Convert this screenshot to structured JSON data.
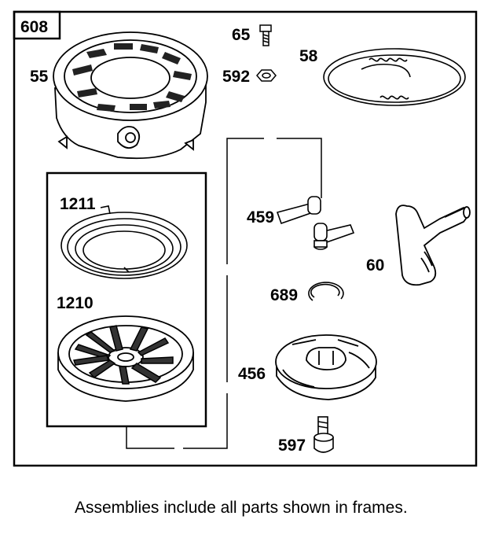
{
  "frame_id": "608",
  "labels": {
    "p55": "55",
    "p65": "65",
    "p592": "592",
    "p58": "58",
    "p1211": "1211",
    "p1210": "1210",
    "p459": "459",
    "p60": "60",
    "p689": "689",
    "p456": "456",
    "p597": "597"
  },
  "footnote": "Assemblies include all parts shown in frames."
}
